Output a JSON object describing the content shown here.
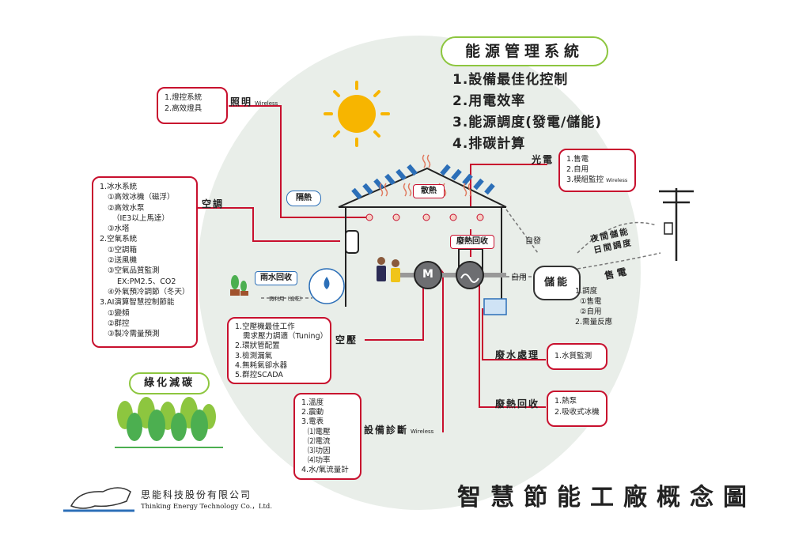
{
  "title": "智慧節能工廠概念圖",
  "ems": {
    "heading": "能源管理系統",
    "items": [
      "1.設備最佳化控制",
      "2.用電效率",
      "3.能源調度(發電/儲能)",
      "4.排碳計算"
    ]
  },
  "lighting": {
    "label": "照明",
    "wireless": "Wireless",
    "items": [
      "1.燈控系統",
      "2.高效燈具"
    ]
  },
  "aircon": {
    "label": "空調",
    "items": [
      "1.冰水系統",
      "①高效冰機（磁浮）",
      "②高效水泵",
      "（IE3以上馬達）",
      "③水塔",
      "2.空氣系統",
      "①空調箱",
      "②送風機",
      "③空氣品質監測",
      "EX:PM2.5、CO2",
      "④外氣預冷調節（冬天）",
      "3.AI演算智慧控制節能",
      "①變頻",
      "②群控",
      "③製冷需量預測"
    ]
  },
  "insulation": "隔熱",
  "heat_dissipation": "散熱",
  "rainwater": {
    "label": "雨水回收",
    "sub": "再利用（澆花）"
  },
  "compressor": {
    "label": "空壓",
    "items": [
      "1.空壓機最佳工作",
      "需求壓力調適（Tuning）",
      "2.環狀管配置",
      "3.檢測漏氣",
      "4.無耗氣卻水器",
      "5.群控SCADA"
    ]
  },
  "diagnosis": {
    "label": "設備診斷",
    "wireless": "Wireless",
    "items": [
      "1.溫度",
      "2.震動",
      "3.電表",
      "⑴電壓",
      "⑵電流",
      "⑶功因",
      "⑷功率",
      "4.水/氣流量計"
    ]
  },
  "pv": {
    "label": "光電",
    "wireless": "Wireless",
    "items": [
      "1.售電",
      "2.自用",
      "3.模組監控"
    ]
  },
  "self_gen": "自發",
  "self_use": "自用",
  "storage": {
    "label": "儲能",
    "items": [
      "1.調度",
      "①售電",
      "②自用",
      "2.需量反應"
    ]
  },
  "night_storage": "夜間儲能",
  "day_dispatch": "日間調度",
  "sell_power": "售電",
  "waste_heat_top": "廢熱回收",
  "machine_m": "M",
  "wastewater": {
    "label": "廢水處理",
    "items": [
      "1.水質監測"
    ]
  },
  "heat_recovery": {
    "label": "廢熱回收",
    "items": [
      "1.熱泵",
      "2.吸收式冰機"
    ]
  },
  "green": {
    "label": "綠化減碳"
  },
  "company": {
    "name": "思能科技股份有限公司",
    "name_en": "Thinking Energy Technology Co.，Ltd."
  },
  "colors": {
    "accent_red": "#c8102e",
    "green": "#8dc63f",
    "blue": "#2c6fb8",
    "sun": "#f7b500"
  }
}
